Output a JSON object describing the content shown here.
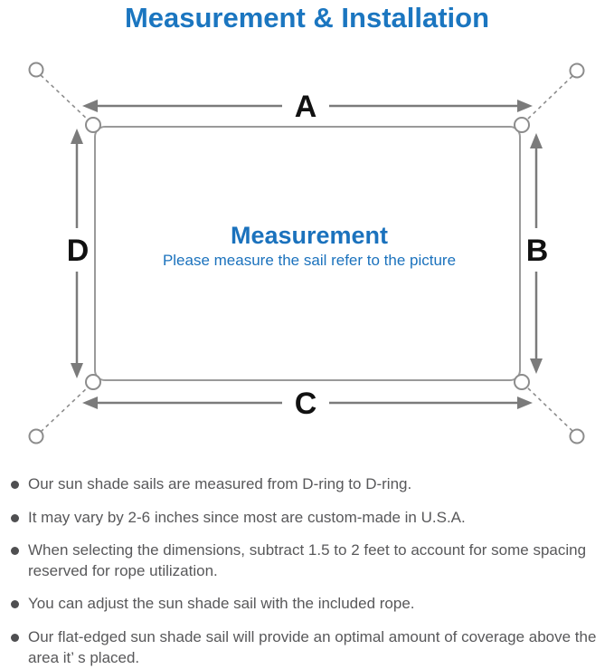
{
  "title": "Measurement & Installation",
  "diagram": {
    "labels": {
      "top": "A",
      "right": "B",
      "bottom": "C",
      "left": "D"
    },
    "center_title": "Measurement",
    "center_subtitle": "Please measure the sail refer to the picture"
  },
  "notes": [
    "Our sun shade sails are measured from D-ring to D-ring.",
    "It may vary by 2-6 inches since most are custom-made in U.S.A.",
    "When selecting the dimensions, subtract 1.5 to 2 feet to account for some spacing reserved for rope utilization.",
    "You can adjust the sun shade sail with the included rope.",
    "Our flat-edged sun shade sail will provide an optimal amount of coverage above the area it’ s placed."
  ],
  "colors": {
    "accent_blue": "#1b72bd",
    "line_gray": "#9a9a9a",
    "arrow_gray": "#7b7b7b",
    "text_gray": "#58585a",
    "label_black": "#111111"
  }
}
